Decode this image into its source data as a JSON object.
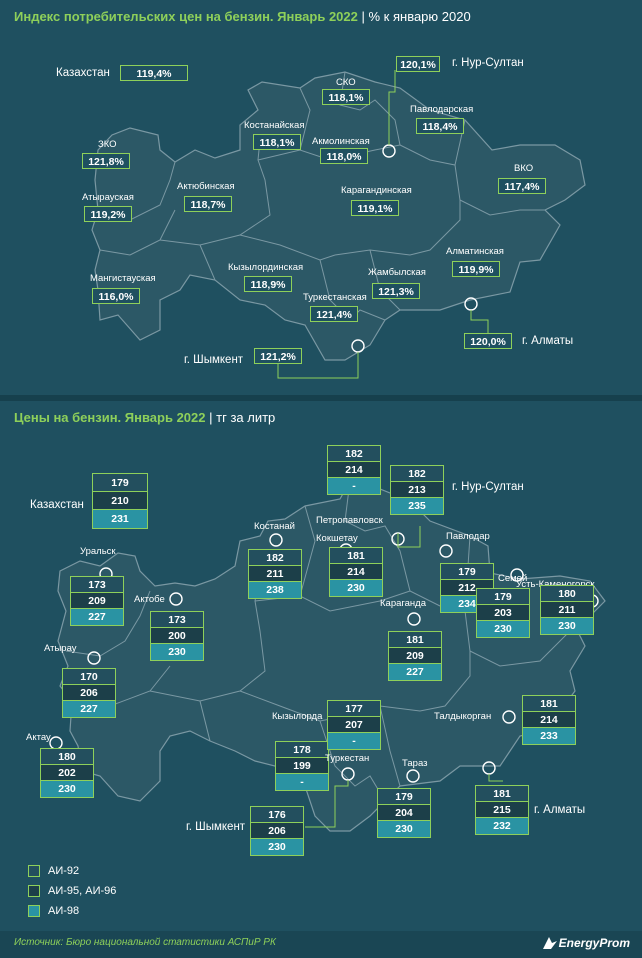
{
  "top": {
    "title": "Индекс потребительских цен на бензин. Январь 2022",
    "subtitle": "% к январю 2020",
    "kazakhstan": {
      "label": "Казахстан",
      "value": "119,4%"
    },
    "regions": {
      "sko": {
        "label": "СКО",
        "value": "118,1%"
      },
      "nursultan": {
        "label": "г. Нур-Султан",
        "value": "120,1%"
      },
      "pavlodar": {
        "label": "Павлодарская",
        "value": "118,4%"
      },
      "kostanay": {
        "label": "Костанайская",
        "value": "118,1%"
      },
      "akmola": {
        "label": "Акмолинская",
        "value": "118,0%"
      },
      "zko": {
        "label": "ЗКО",
        "value": "121,8%"
      },
      "vko": {
        "label": "ВКО",
        "value": "117,4%"
      },
      "aktobe": {
        "label": "Актюбинская",
        "value": "118,7%"
      },
      "karaganda": {
        "label": "Карагандинская",
        "value": "119,1%"
      },
      "atyrau": {
        "label": "Атырауская",
        "value": "119,2%"
      },
      "almatyobl": {
        "label": "Алматинская",
        "value": "119,9%"
      },
      "mangystau": {
        "label": "Мангистауская",
        "value": "116,0%"
      },
      "kyzylorda": {
        "label": "Кызылординская",
        "value": "118,9%"
      },
      "zhambyl": {
        "label": "Жамбылская",
        "value": "121,3%"
      },
      "turkestan": {
        "label": "Туркестанская",
        "value": "121,4%"
      },
      "almaty": {
        "label": "г. Алматы",
        "value": "120,0%"
      },
      "shymkent": {
        "label": "г. Шымкент",
        "value": "121,2%"
      }
    }
  },
  "bottom": {
    "title": "Цены на бензин. Январь 2022",
    "subtitle": "тг за литр",
    "kazakhstan": {
      "label": "Казахстан",
      "ai92": "179",
      "ai95": "210",
      "ai98": "231"
    },
    "cities": {
      "petropavlovsk": {
        "label": "Петропавловск",
        "ai92": "182",
        "ai95": "214",
        "ai98": "-"
      },
      "nursultan": {
        "label": "г. Нур-Султан",
        "ai92": "182",
        "ai95": "213",
        "ai98": "235"
      },
      "kostanay": {
        "label": "Костанай",
        "ai92": "182",
        "ai95": "211",
        "ai98": "238"
      },
      "kokshetau": {
        "label": "Кокшетау",
        "ai92": "181",
        "ai95": "214",
        "ai98": "230"
      },
      "pavlodar": {
        "label": "Павлодар",
        "ai92": "179",
        "ai95": "212",
        "ai98": "234"
      },
      "uralsk": {
        "label": "Уральск",
        "ai92": "173",
        "ai95": "209",
        "ai98": "227"
      },
      "aktobe": {
        "label": "Актобе",
        "ai92": "173",
        "ai95": "200",
        "ai98": "230"
      },
      "semey": {
        "label": "Семей",
        "ai92": "179",
        "ai95": "203",
        "ai98": "230"
      },
      "ustkam": {
        "label": "Усть-Каменогорск",
        "ai92": "180",
        "ai95": "211",
        "ai98": "230"
      },
      "karaganda": {
        "label": "Караганда",
        "ai92": "181",
        "ai95": "209",
        "ai98": "227"
      },
      "atyrau": {
        "label": "Атырау",
        "ai92": "170",
        "ai95": "206",
        "ai98": "227"
      },
      "taldykorgan": {
        "label": "Талдыкорган",
        "ai92": "181",
        "ai95": "214",
        "ai98": "233"
      },
      "aktau": {
        "label": "Актау",
        "ai92": "180",
        "ai95": "202",
        "ai98": "230"
      },
      "kyzylorda": {
        "label": "Кызылорда",
        "ai92": "178",
        "ai95": "199",
        "ai98": "-"
      },
      "turkestan": {
        "label": "Туркестан",
        "ai92": "177",
        "ai95": "207",
        "ai98": "-"
      },
      "taraz": {
        "label": "Тараз",
        "ai92": "179",
        "ai95": "204",
        "ai98": "230"
      },
      "almaty": {
        "label": "г. Алматы",
        "ai92": "181",
        "ai95": "215",
        "ai98": "232"
      },
      "shymkent": {
        "label": "г. Шымкент",
        "ai92": "176",
        "ai95": "206",
        "ai98": "230"
      }
    },
    "legend": [
      {
        "label": "АИ-92",
        "color": "#234f5e"
      },
      {
        "label": "АИ-95, АИ-96",
        "color": "#1c3f49"
      },
      {
        "label": "АИ-98",
        "color": "#2a93a3"
      }
    ]
  },
  "footer": {
    "source": "Источник: Бюро национальной статистики АСПиР РК",
    "logo": "EnergyProm"
  },
  "colors": {
    "accent": "#8ed05a",
    "background": "#1f5060",
    "map_fill": "#2c5866",
    "ai98": "#2a93a3"
  }
}
